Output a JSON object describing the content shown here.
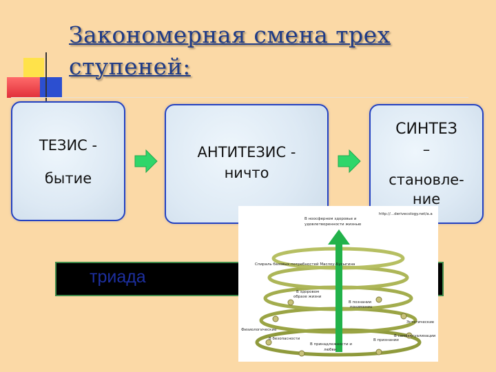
{
  "slide": {
    "title": "Закономерная смена трех ступеней:"
  },
  "boxes": [
    {
      "line1": "ТЕЗИС -",
      "line2": "бытие"
    },
    {
      "line1": "АНТИТЕЗИС -",
      "line2": "ничто"
    },
    {
      "line1": "СИНТЕЗ",
      "line2": "–",
      "line3": "становле-",
      "line4": "ние"
    }
  ],
  "triad": {
    "label": "триада"
  },
  "figure": {
    "url": "http://...derivecology.net/a.a",
    "top_label_1": "В ноосферном здоровье и",
    "top_label_2": "удовлетворенности жизнью",
    "spiral_label": "Спираль базовых потребностей Маслоу-Бусыгина",
    "left_mid_1": "В здоровом",
    "left_mid_2": "образе жизни",
    "right_mid_1": "В познании",
    "right_mid_2": "пониманиu",
    "right_1": "Эстетические",
    "right_2": "В самоактуализации",
    "left_low": "Физиологические",
    "bottom_1": "В безопасности",
    "bottom_2": "В принадлежности и",
    "bottom_2b": "любви",
    "bottom_3": "В признании"
  },
  "colors": {
    "background": "#fbd9a6",
    "title": "#1f3b86",
    "box_border": "#2240c0",
    "arrow": "#2fd66a",
    "triad_text": "#1d2fa0",
    "triad_bar": "#000000",
    "spiral_arrow": "#22b24a"
  }
}
